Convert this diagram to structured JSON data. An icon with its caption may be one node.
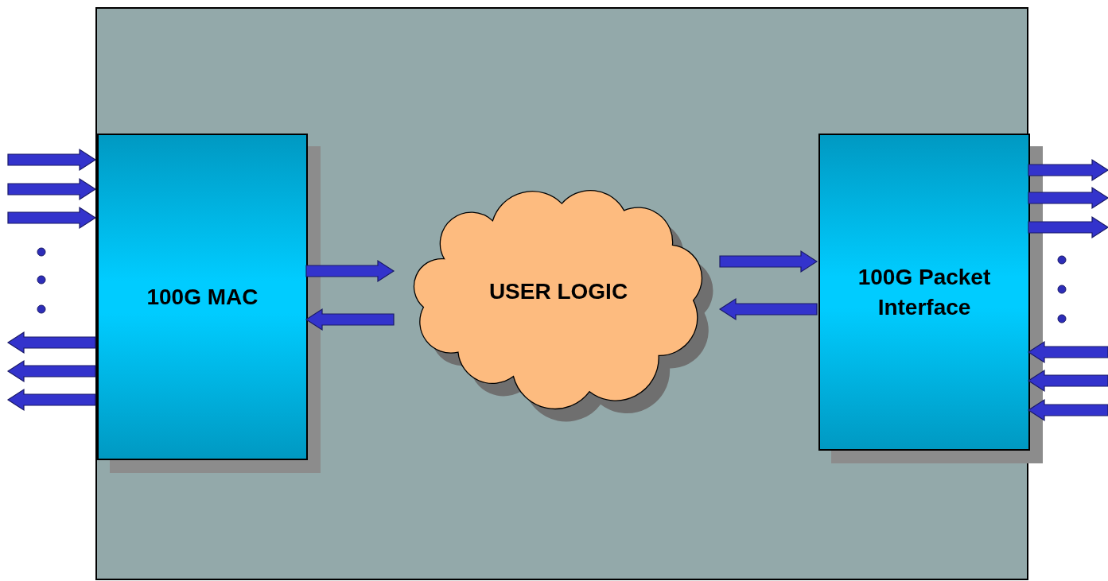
{
  "diagram": {
    "nodes": [
      {
        "text": [],
        "shape": "box"
      },
      {
        "text": [
          "100G MAC"
        ],
        "in": 0
      },
      {
        "text": [
          "USER LOGIC"
        ],
        "in": 0
      },
      {
        "text": [
          "100G Packet Interface"
        ],
        "in": 0
      }
    ],
    "edges": [
      {
        "from": null,
        "to": 1,
        "arrow": "to"
      },
      {
        "from": null,
        "to": 1,
        "arrow": "to"
      },
      {
        "from": null,
        "to": 1,
        "arrow": "to"
      },
      {
        "from": 1,
        "to": null,
        "arrow": "to"
      },
      {
        "from": 1,
        "to": null,
        "arrow": "to"
      },
      {
        "from": 1,
        "to": null,
        "arrow": "to"
      },
      {
        "from": 1,
        "to": 2,
        "arrow": "to"
      },
      {
        "from": 2,
        "to": 1,
        "arrow": "to"
      },
      {
        "from": 2,
        "to": 3,
        "arrow": "to"
      },
      {
        "from": 3,
        "to": 2,
        "arrow": "to"
      },
      {
        "from": 3,
        "to": null,
        "arrow": "to"
      },
      {
        "from": 3,
        "to": null,
        "arrow": "to"
      },
      {
        "from": 3,
        "to": null,
        "arrow": "to"
      },
      {
        "from": null,
        "to": 3,
        "arrow": "to"
      },
      {
        "from": null,
        "to": 3,
        "arrow": "to"
      },
      {
        "from": null,
        "to": 3,
        "arrow": "to"
      }
    ]
  }
}
